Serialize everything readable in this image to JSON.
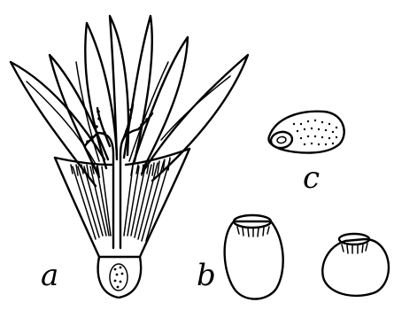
{
  "labels": {
    "a": "a",
    "b": "b",
    "c": "c"
  },
  "colors": {
    "ink": "#000000",
    "paper": "#ffffff"
  }
}
